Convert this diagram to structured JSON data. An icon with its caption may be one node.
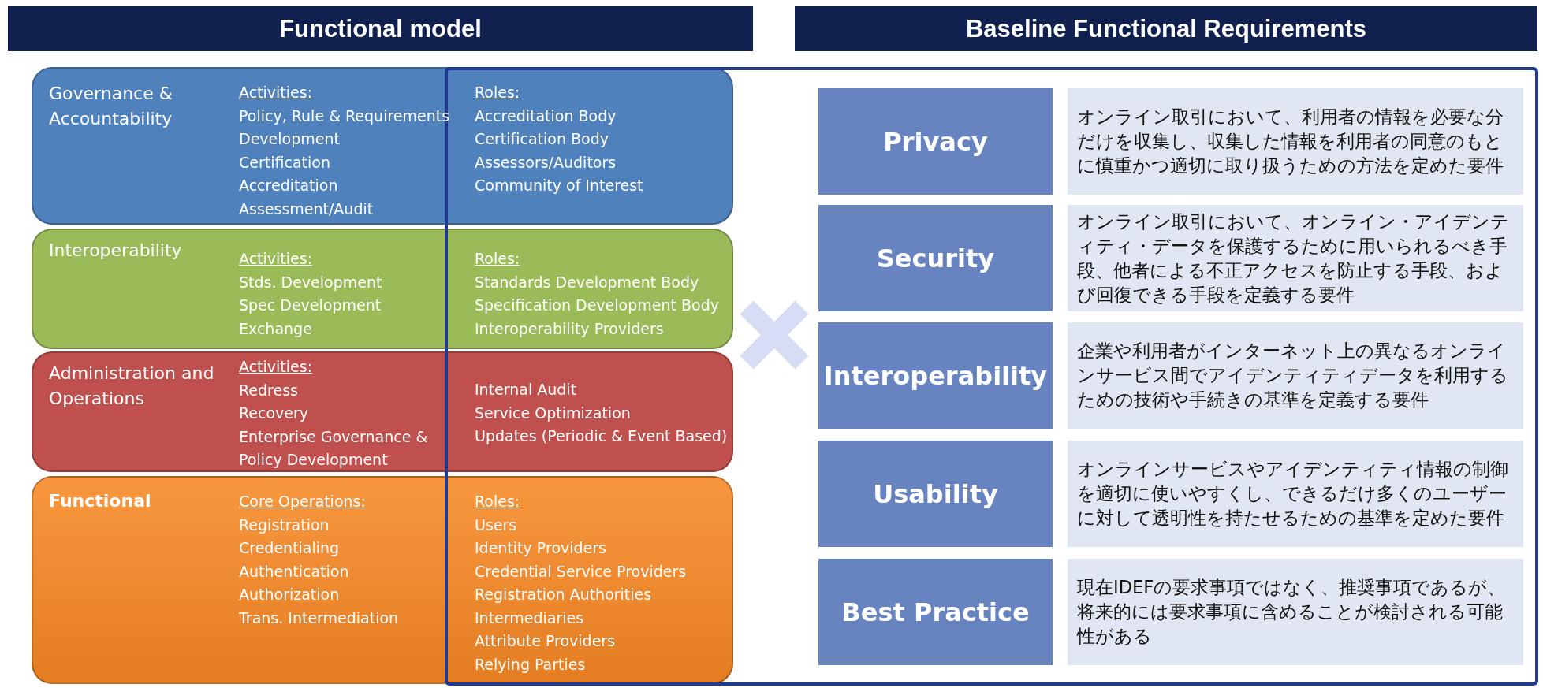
{
  "diagram": {
    "nodes": [
      {
        "text": [
          "Functional model"
        ]
      },
      {
        "text": [
          "Baseline Functional Requirements"
        ]
      },
      {
        "text": [
          "Governance & Accountability",
          "Activities:",
          "Policy, Rule & Requirements Development",
          "Certification",
          "Accreditation",
          "Assessment/Audit",
          "Roles:",
          "Accreditation Body",
          "Certification Body",
          "Assessors/Auditors",
          "Community of Interest"
        ]
      },
      {
        "text": [
          "Interoperability",
          "Activities:",
          "Stds. Development",
          "Spec Development",
          "Exchange",
          "Roles:",
          "Standards Development Body",
          "Specification Development Body",
          "Interoperability Providers"
        ]
      },
      {
        "text": [
          "Administration and Operations",
          "Activities:",
          "Redress",
          "Recovery",
          "Enterprise Governance & Policy Development",
          "Internal Audit",
          "Service Optimization",
          "Updates (Periodic & Event Based)"
        ]
      },
      {
        "text": [
          "Functional",
          "Core Operations:",
          "Registration",
          "Credentialing",
          "Authentication",
          "Authorization",
          "Trans. Intermediation",
          "Roles:",
          "Users",
          "Identity Providers",
          "Credential Service Providers",
          "Registration Authorities",
          "Intermediaries",
          "Attribute Providers",
          "Relying Parties"
        ]
      },
      {
        "text": [
          "Privacy"
        ]
      },
      {
        "text": [
          "オンライン取引において、利用者の情報を必要な分だけを収集し、収集した情報を利用者の同意のもとに慎重かつ適切に取り扱うための方法を定めた要件"
        ]
      },
      {
        "text": [
          "Security"
        ]
      },
      {
        "text": [
          "オンライン取引において、オンライン・アイデンティティ・データを保護するために用いられるべき手段、他者による不正アクセスを防止する手段、および回復できる手段を定義する要件"
        ]
      },
      {
        "text": [
          "Interoperability"
        ]
      },
      {
        "text": [
          "企業や利用者がインターネット上の異なるオンラインサービス間でアイデンティティデータを利用するための技術や手続きの基準を定義する要件"
        ]
      },
      {
        "text": [
          "Usability"
        ]
      },
      {
        "text": [
          "オンラインサービスやアイデンティティ情報の制御を適切に使いやすくし、できるだけ多くのユーザーに対して透明性を持たせるための基準を定めた要件"
        ]
      },
      {
        "text": [
          "Best Practice"
        ]
      },
      {
        "text": [
          "現在IDEFの要求事項ではなく、推奨事項であるが、将来的には要求事項に含めることが検討される可能性がある"
        ]
      }
    ]
  }
}
